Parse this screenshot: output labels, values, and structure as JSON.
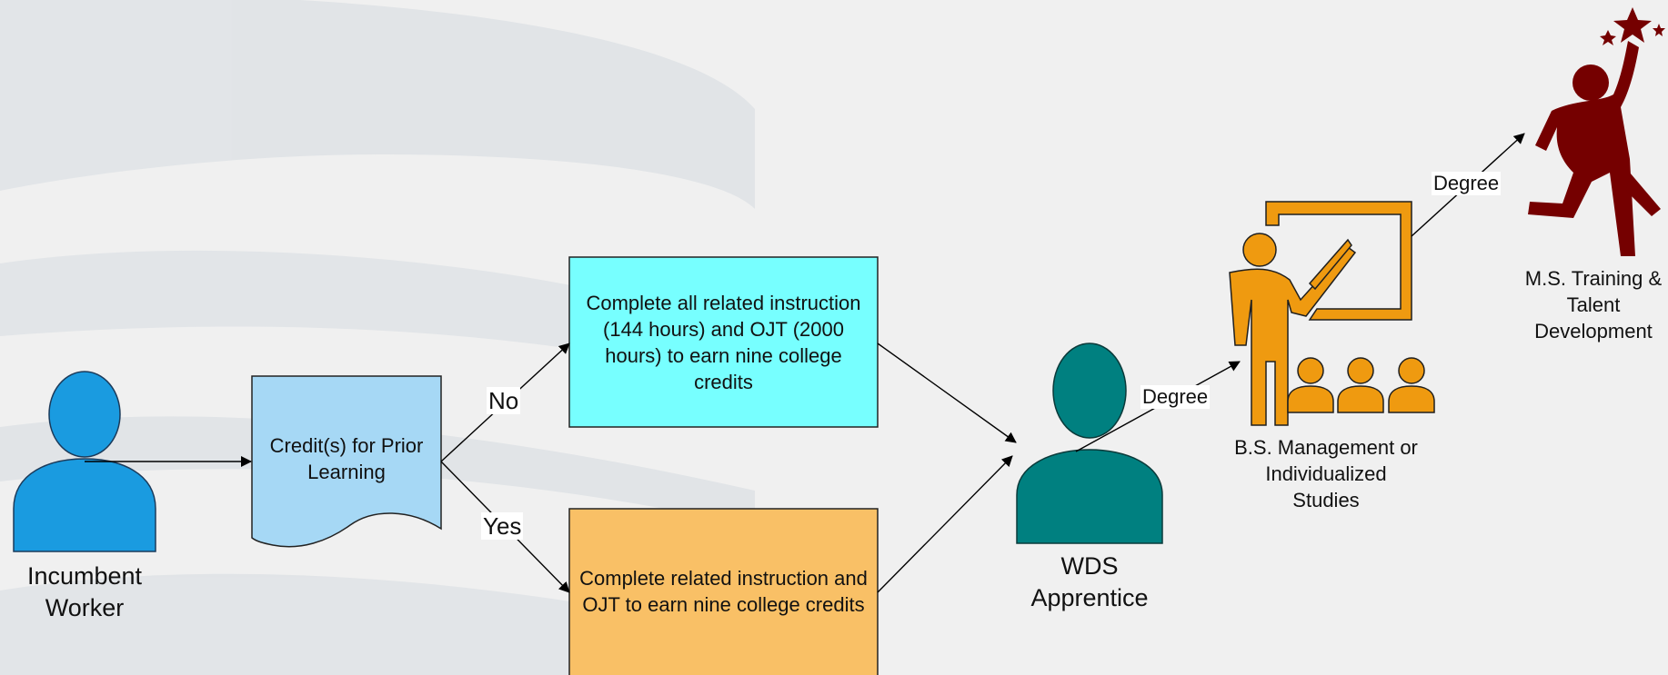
{
  "nodes": {
    "incumbent_worker": {
      "label": "Incumbent Worker",
      "color": "#1a9be0"
    },
    "prior_learning": {
      "label": "Credit(s) for Prior Learning",
      "color": "#a6d8f5"
    },
    "no_path": {
      "label": "Complete all related instruction (144 hours) and OJT (2000 hours) to earn nine college credits",
      "color": "#77ffff"
    },
    "yes_path": {
      "label": "Complete  related instruction and OJT to earn nine college credits",
      "color": "#f9c066"
    },
    "wds_apprentice": {
      "label": "WDS Apprentice",
      "color": "#008080"
    },
    "bs_degree": {
      "label": "B.S. Management or Individualized Studies",
      "color": "#ef9a10"
    },
    "ms_degree": {
      "label": "M.S. Training & Talent Development",
      "color": "#750000"
    }
  },
  "edges": {
    "no": "No",
    "yes": "Yes",
    "degree_bs": "Degree",
    "degree_ms": "Degree"
  },
  "icons": [
    "person-icon",
    "document-icon",
    "person-icon",
    "teacher-icon",
    "achiever-icon"
  ]
}
